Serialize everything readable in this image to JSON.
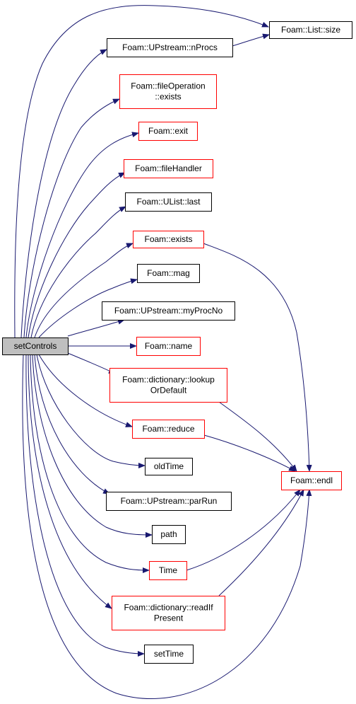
{
  "graph": {
    "root": {
      "id": "setControls",
      "label": "setControls"
    },
    "nodes": [
      {
        "id": "size",
        "lines": [
          "Foam::List::size"
        ],
        "border": "black"
      },
      {
        "id": "nProcs",
        "lines": [
          "Foam::UPstream::nProcs"
        ],
        "border": "black"
      },
      {
        "id": "fileOpExists",
        "lines": [
          "Foam::fileOperation",
          "::exists"
        ],
        "border": "red"
      },
      {
        "id": "exit",
        "lines": [
          "Foam::exit"
        ],
        "border": "red"
      },
      {
        "id": "fileHandler",
        "lines": [
          "Foam::fileHandler"
        ],
        "border": "red"
      },
      {
        "id": "last",
        "lines": [
          "Foam::UList::last"
        ],
        "border": "black"
      },
      {
        "id": "exists",
        "lines": [
          "Foam::exists"
        ],
        "border": "red"
      },
      {
        "id": "mag",
        "lines": [
          "Foam::mag"
        ],
        "border": "black"
      },
      {
        "id": "myProcNo",
        "lines": [
          "Foam::UPstream::myProcNo"
        ],
        "border": "black"
      },
      {
        "id": "name",
        "lines": [
          "Foam::name"
        ],
        "border": "red"
      },
      {
        "id": "lookupOrDefault",
        "lines": [
          "Foam::dictionary::lookup",
          "OrDefault"
        ],
        "border": "red"
      },
      {
        "id": "reduce",
        "lines": [
          "Foam::reduce"
        ],
        "border": "red"
      },
      {
        "id": "oldTime",
        "lines": [
          "oldTime"
        ],
        "border": "black"
      },
      {
        "id": "parRun",
        "lines": [
          "Foam::UPstream::parRun"
        ],
        "border": "black"
      },
      {
        "id": "path",
        "lines": [
          "path"
        ],
        "border": "black"
      },
      {
        "id": "Time",
        "lines": [
          "Time"
        ],
        "border": "red"
      },
      {
        "id": "readIfPresent",
        "lines": [
          "Foam::dictionary::readIf",
          "Present"
        ],
        "border": "red"
      },
      {
        "id": "setTime",
        "lines": [
          "setTime"
        ],
        "border": "black"
      },
      {
        "id": "endl",
        "lines": [
          "Foam::endl"
        ],
        "border": "red"
      }
    ],
    "edges": [
      [
        "setControls",
        "size"
      ],
      [
        "setControls",
        "nProcs"
      ],
      [
        "nProcs",
        "size"
      ],
      [
        "setControls",
        "fileOpExists"
      ],
      [
        "setControls",
        "exit"
      ],
      [
        "setControls",
        "fileHandler"
      ],
      [
        "setControls",
        "last"
      ],
      [
        "setControls",
        "exists"
      ],
      [
        "setControls",
        "mag"
      ],
      [
        "setControls",
        "myProcNo"
      ],
      [
        "setControls",
        "name"
      ],
      [
        "setControls",
        "lookupOrDefault"
      ],
      [
        "setControls",
        "reduce"
      ],
      [
        "setControls",
        "oldTime"
      ],
      [
        "setControls",
        "parRun"
      ],
      [
        "setControls",
        "path"
      ],
      [
        "setControls",
        "Time"
      ],
      [
        "setControls",
        "readIfPresent"
      ],
      [
        "setControls",
        "setTime"
      ],
      [
        "setControls",
        "endl"
      ],
      [
        "exists",
        "endl"
      ],
      [
        "lookupOrDefault",
        "endl"
      ],
      [
        "reduce",
        "endl"
      ],
      [
        "Time",
        "endl"
      ],
      [
        "readIfPresent",
        "endl"
      ]
    ],
    "colors": {
      "edge": "#191970",
      "root_fill": "#bfbfbf",
      "border_black": "#000000",
      "border_red": "#ff0000"
    }
  }
}
